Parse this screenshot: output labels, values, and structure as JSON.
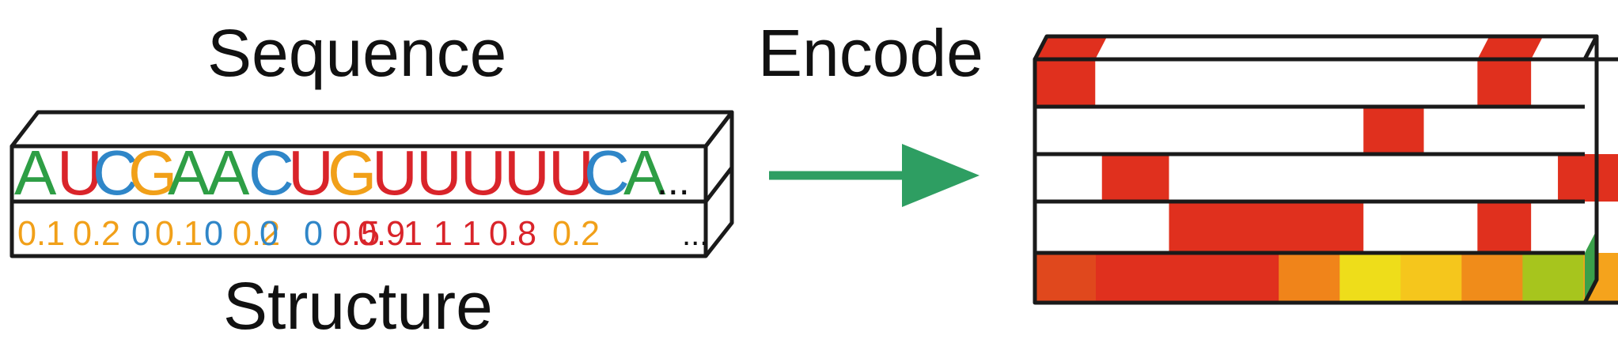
{
  "labels": {
    "sequence": "Sequence",
    "encode": "Encode",
    "structure": "Structure"
  },
  "sequence": {
    "letters": [
      "A",
      "U",
      "C",
      "G",
      "A",
      "A",
      "C",
      "U",
      "G",
      "U",
      "U",
      "U",
      "U",
      "U",
      "C",
      "A"
    ],
    "ellipsis": "..."
  },
  "structure": {
    "values": [
      "0.1",
      "0.2",
      "0",
      "0.1",
      "0",
      "0.2",
      "0",
      "0",
      "0.5",
      "0.9",
      "1",
      "1",
      "1",
      "0.8",
      "0.2"
    ],
    "ellipsis": "..."
  },
  "colors": {
    "A": "#2e9e45",
    "U": "#d9242a",
    "C": "#2f86c8",
    "G": "#f1a019",
    "low": "#f1a019",
    "zero": "#2f86c8",
    "high": "#d9242a",
    "arrow": "#2e9e62",
    "encode_red": "#e0301e",
    "outline": "#1a1a1a"
  },
  "encode_matrix": {
    "rows": [
      {
        "name": "A",
        "segments": [
          [
            0.0,
            0.045
          ],
          [
            0.33,
            0.37
          ],
          [
            0.475,
            0.515
          ]
        ]
      },
      {
        "name": "U",
        "segments": [
          [
            0.245,
            0.29
          ],
          [
            0.435,
            0.475
          ],
          [
            0.675,
            0.855
          ]
        ]
      },
      {
        "name": "C",
        "segments": [
          [
            0.05,
            0.1
          ],
          [
            0.39,
            0.44
          ],
          [
            0.585,
            0.625
          ]
        ]
      },
      {
        "name": "G",
        "segments": [
          [
            0.1,
            0.245
          ],
          [
            0.33,
            0.37
          ],
          [
            0.525,
            0.57
          ],
          [
            0.625,
            0.67
          ],
          [
            0.96,
            1.0
          ]
        ]
      }
    ],
    "structure_colors": [
      "#e0481d",
      "#e0301e",
      "#e0301e",
      "#e0301e",
      "#f0841a",
      "#eedd1a",
      "#f5c61c",
      "#f08c1a",
      "#a7c51d",
      "#f5a31c",
      "#e4861a",
      "#e9561d",
      "#f5a31c",
      "#f5a31c",
      "#1f4fa8",
      "#4fae98",
      "#1f4fa8",
      "#1f4fa8",
      "#4fae98",
      "#1f4fa8",
      "#3aa04a",
      "#3aa04a"
    ]
  }
}
